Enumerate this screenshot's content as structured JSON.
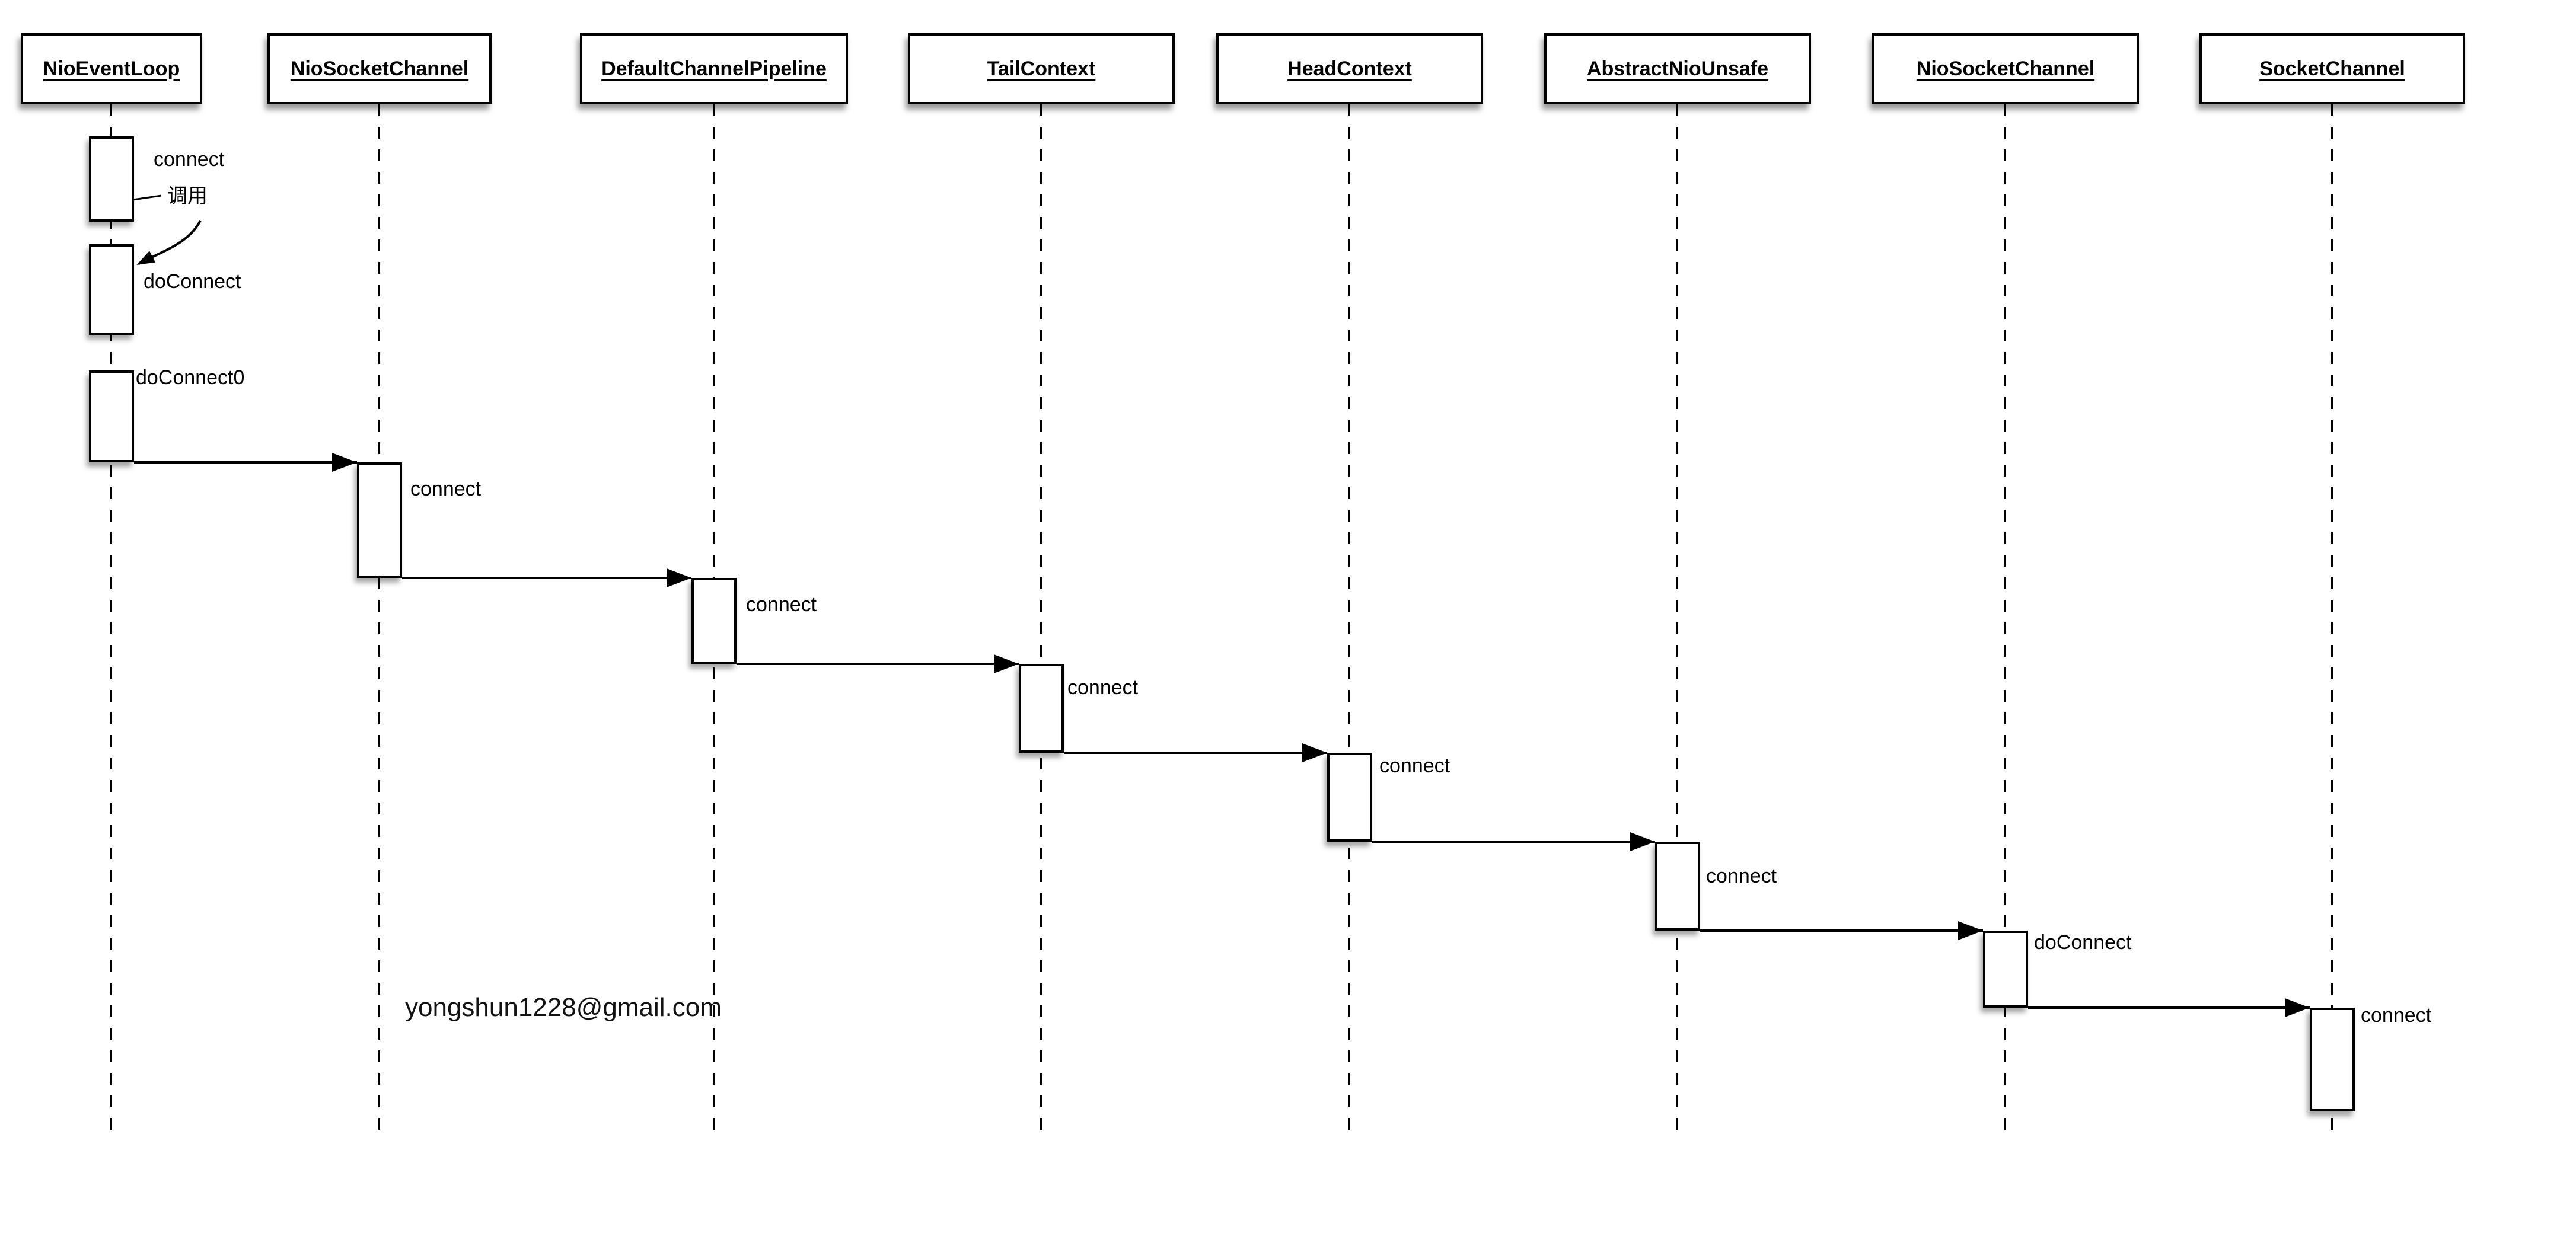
{
  "diagram": {
    "type": "uml-sequence-diagram",
    "background_color": "#ffffff",
    "line_color": "#000000"
  },
  "participants": [
    {
      "name": "NioEventLoop"
    },
    {
      "name": "NioSocketChannel"
    },
    {
      "name": "DefaultChannelPipeline"
    },
    {
      "name": "TailContext"
    },
    {
      "name": "HeadContext"
    },
    {
      "name": "AbstractNioUnsafe"
    },
    {
      "name": "NioSocketChannel"
    },
    {
      "name": "SocketChannel"
    }
  ],
  "self_messages": [
    {
      "on": "NioEventLoop",
      "label": "connect"
    },
    {
      "on": "NioEventLoop",
      "label": "doConnect"
    },
    {
      "on": "NioEventLoop",
      "label": "doConnect0"
    }
  ],
  "annotation": {
    "label": "调用",
    "meaning": "invoke-callout between connect and doConnect activations"
  },
  "messages": [
    {
      "from": "NioEventLoop",
      "to": "NioSocketChannel",
      "label": "connect"
    },
    {
      "from": "NioSocketChannel",
      "to": "DefaultChannelPipeline",
      "label": "connect"
    },
    {
      "from": "DefaultChannelPipeline",
      "to": "TailContext",
      "label": "connect"
    },
    {
      "from": "TailContext",
      "to": "HeadContext",
      "label": "connect"
    },
    {
      "from": "HeadContext",
      "to": "AbstractNioUnsafe",
      "label": "connect"
    },
    {
      "from": "AbstractNioUnsafe",
      "to": "NioSocketChannel",
      "label": "doConnect"
    },
    {
      "from": "NioSocketChannel",
      "to": "SocketChannel",
      "label": "connect"
    }
  ],
  "watermark": {
    "text": "yongshun1228@gmail.com"
  }
}
